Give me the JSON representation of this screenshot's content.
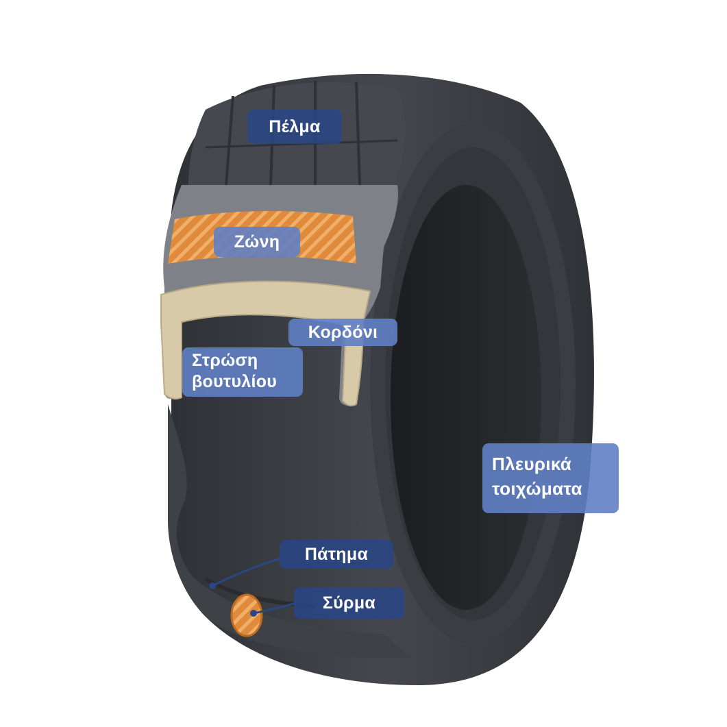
{
  "labels": {
    "tread": "Πέλμα",
    "belt": "Ζώνη",
    "cord": "Κορδόνι",
    "inner_liner_line1": "Στρώση",
    "inner_liner_line2": "βουτυλίου",
    "sidewall_line1": "Πλευρικά",
    "sidewall_line2": "τοιχώματα",
    "bead": "Πάτημα",
    "bead_wire": "Σύρμα"
  },
  "colors": {
    "label_dark": "#2a4684",
    "label_light": "#6080c4",
    "tire_rubber": "#3a3d42",
    "tread_rubber": "#45484e",
    "belt_orange": "#e08a3c",
    "cord_beige": "#d8c9a8",
    "liner_grey": "#7e8288"
  }
}
